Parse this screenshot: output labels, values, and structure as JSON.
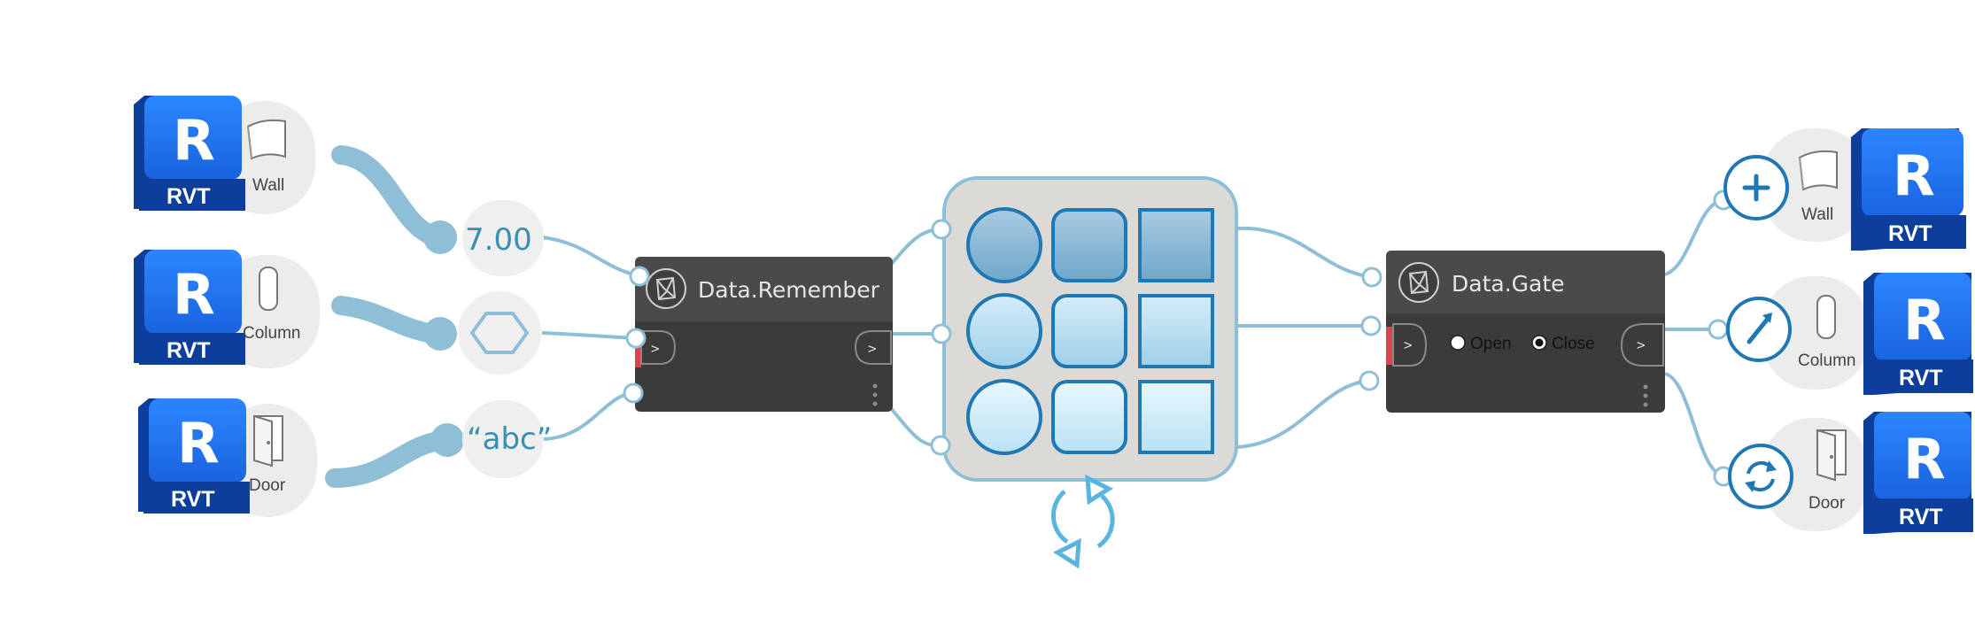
{
  "inputs": [
    {
      "badge_letter": "R",
      "badge_label": "RVT",
      "category": "Wall",
      "value": "7.00",
      "icon": "wall-icon",
      "value_kind": "number"
    },
    {
      "badge_letter": "R",
      "badge_label": "RVT",
      "category": "Column",
      "value": "",
      "icon": "column-icon",
      "value_kind": "hexagon-geometry"
    },
    {
      "badge_letter": "R",
      "badge_label": "RVT",
      "category": "Door",
      "value": "“abc”",
      "icon": "door-icon",
      "value_kind": "string"
    }
  ],
  "remember_node": {
    "title": "Data.Remember",
    "input_port": ">",
    "output_port": ">",
    "icon": "dynamo-node-icon"
  },
  "gate_node": {
    "title": "Data.Gate",
    "input_port": ">",
    "output_port": ">",
    "icon": "dynamo-node-icon",
    "options": [
      "Open",
      "Close"
    ],
    "selected": "Close"
  },
  "cache": {
    "icon": "refresh-cycle-icon",
    "grid_rows": 3,
    "grid_cols": 3
  },
  "outputs": [
    {
      "action_icon": "plus-icon",
      "category": "Wall",
      "badge_letter": "R",
      "badge_label": "RVT",
      "icon": "wall-icon"
    },
    {
      "action_icon": "edit-arrow-icon",
      "category": "Column",
      "badge_letter": "R",
      "badge_label": "RVT",
      "icon": "column-icon"
    },
    {
      "action_icon": "refresh-icon",
      "category": "Door",
      "badge_letter": "R",
      "badge_label": "RVT",
      "icon": "door-icon"
    }
  ],
  "colors": {
    "wire": "#8fbfd6",
    "node_body": "#3b3b3b",
    "node_header": "#4a4a4a",
    "revit_blue": "#1f6ee8",
    "revit_dark": "#0d3e9c",
    "port_red": "#e0424d",
    "accent_blue": "#1f78b4"
  }
}
